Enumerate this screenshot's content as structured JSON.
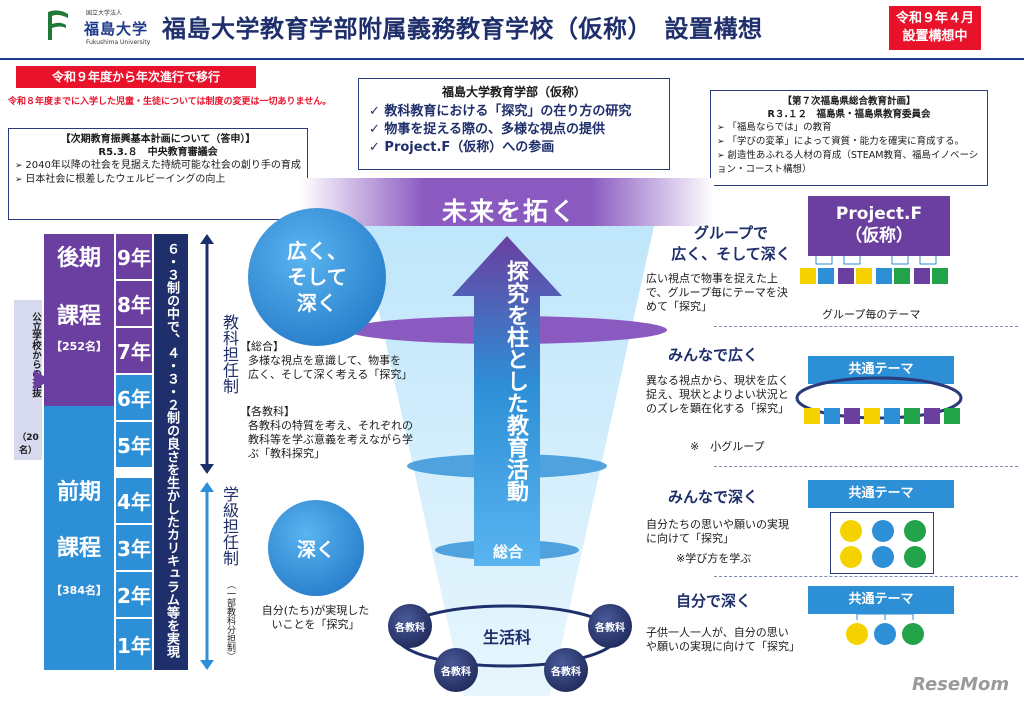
{
  "header": {
    "logo_small": "国立大学法人",
    "logo_name": "福島大学",
    "logo_en": "Fukushima University",
    "title": "福島大学教育学部附属義務教育学校（仮称）　設置構想",
    "status_line1": "令和９年４月",
    "status_line2": "設置構想中"
  },
  "transition": {
    "banner": "令和９年度から年次進行で移行",
    "note": "令和８年度までに入学した児童・生徒については制度の変更は一切ありません。"
  },
  "toshin": {
    "title": "【次期教育振興基本計画について（答申）】",
    "subtitle": "R5.3.８　中央教育審議会",
    "items": [
      "2040年以降の社会を見据えた持続可能な社会の創り手の育成",
      "日本社会に根差したウェルビーイングの向上"
    ]
  },
  "univ": {
    "title": "福島大学教育学部（仮称）",
    "items": [
      "教科教育における「探究」の在り方の研究",
      "物事を捉える際の、多様な視点の提供",
      "Project.F（仮称）への参画"
    ]
  },
  "pref": {
    "title": "【第７次福島県総合教育計画】",
    "subtitle": "R３.１２　福島県・福島県教育委員会",
    "items": [
      "「福島ならでは」の教育",
      "「学びの変革」によって資質・能力を確実に育成する。",
      "創造性あふれる人材の育成（STEAM教育、福島イノベーション・コースト構想）"
    ]
  },
  "future": "未来を拓く",
  "later_course": {
    "name_line1": "後期",
    "name_line2": "課程",
    "count": "【252名】"
  },
  "earlier_course": {
    "name_line1": "前期",
    "name_line2": "課程",
    "count": "【384名】"
  },
  "grades": [
    "9年",
    "8年",
    "7年",
    "6年",
    "5年",
    "4年",
    "3年",
    "2年",
    "1年"
  ],
  "system_text": "６・３制の中で、４・３・２制の良さを生かしたカリキュラム等を実現",
  "public_selection": {
    "label": "公立学校からの選抜",
    "count": "（20名）"
  },
  "teacher": {
    "subject": "教科担任制",
    "class": "学級担任制",
    "class_sub": "（一部教科分担制）"
  },
  "desc": {
    "general_head": "【総合】",
    "general": "多様な視点を意識して、物事を広く、そして深く考える「探究」",
    "subjects_head": "【各教科】",
    "subjects": "各教科の特質を考え、それぞれの教科等を学ぶ意義を考えながら学ぶ「教科探究」",
    "self": "自分(たち)が実現したいことを「探究」"
  },
  "bubbles": {
    "wide": [
      "広く、",
      "そして",
      "深く"
    ],
    "deep": "深く"
  },
  "center": {
    "pillar": "探究を柱とした教育活動",
    "sogo": "総合",
    "seikatsu": "生活科",
    "subject": "各教科"
  },
  "right": {
    "group_head_1": "グループで",
    "group_head_2": "広く、そして深く",
    "group_text": "広い視点で物事を捉えた上で、グループ毎にテーマを決めて「探究」",
    "projf_1": "Project.F",
    "projf_2": "（仮称）",
    "group_theme": "グループ毎のテーマ",
    "all_wide_head": "みんなで広く",
    "all_wide_text": "異なる視点から、現状を広く捉え、現状とよりよい状況とのズレを顕在化する「探究」",
    "all_wide_note": "※　小グループ",
    "all_deep_head": "みんなで深く",
    "all_deep_text": "自分たちの思いや願いの実現に向けて「探究」",
    "all_deep_note": "※学び方を学ぶ",
    "self_head": "自分で深く",
    "self_text": "子供一人一人が、自分の思いや願いの実現に向けて「探究」",
    "common_theme": "共通テーマ"
  },
  "colors": {
    "purple": "#6b3fa0",
    "blue": "#2d8fd6",
    "navy": "#1f2f6b",
    "red": "#e8132b"
  },
  "watermark": "ReseMom"
}
